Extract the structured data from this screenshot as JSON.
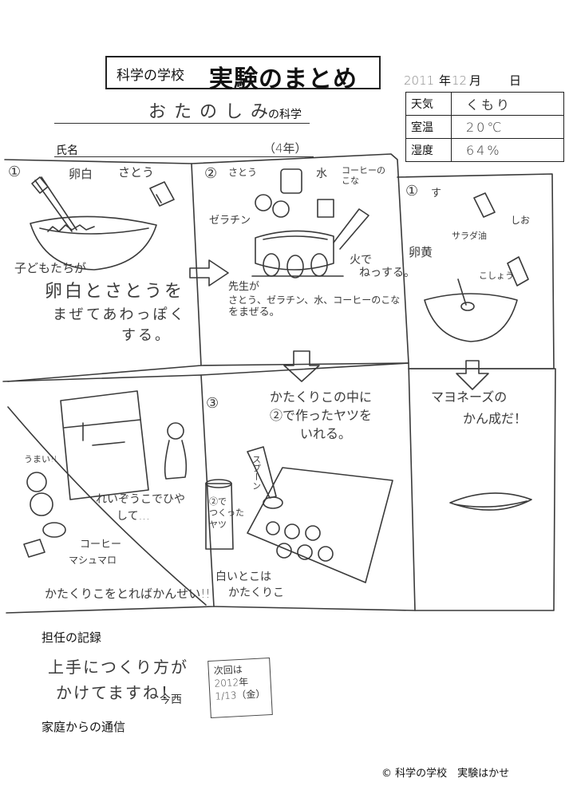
{
  "header": {
    "school": "科学の学校",
    "title": "実験のまとめ",
    "year_hand": "2011",
    "year_label": "年",
    "month_hand": "12",
    "month_label": "月",
    "day_hand": "",
    "day_label": "日",
    "topic_hand": "おたのしみ",
    "topic_suffix": "の科学",
    "name_label": "氏名",
    "grade": "（4年）"
  },
  "weather": [
    {
      "label": "天気",
      "value": "くもり"
    },
    {
      "label": "室温",
      "value": "20℃"
    },
    {
      "label": "湿度",
      "value": "64%"
    }
  ],
  "panels": {
    "p1": {
      "num": "①",
      "labels": [
        "卵白",
        "さとう"
      ],
      "who": "子どもたちが",
      "caption": [
        "卵白とさとうを",
        "まぜてあわっぽく",
        "する。"
      ]
    },
    "p2": {
      "num": "②",
      "labels": [
        "さとう",
        "ゼラチン",
        "水",
        "コーヒーのこな"
      ],
      "fire": [
        "火で",
        "ねっする。"
      ],
      "caption": [
        "先生が",
        "さとう、ゼラチン、水、コーヒーのこな",
        "をまぜる。"
      ]
    },
    "p3": {
      "num": "①",
      "labels": [
        "す",
        "卵黄",
        "サラダ油",
        "しお",
        "こしょう"
      ],
      "caption": [
        "マヨネーズの",
        "かん成だ！"
      ]
    },
    "p4": {
      "cool": [
        "れいぞうこでひや",
        "して…"
      ],
      "delicious": "うまい!!",
      "coffee": "コーヒー",
      "marshmallow": "マシュマロ",
      "caption": "かたくりこをとればかんせい!!"
    },
    "p5": {
      "num": "③",
      "caption": [
        "かたくりこの中に",
        "②で作ったヤツを",
        "いれる。"
      ],
      "can": [
        "②で",
        "つくった",
        "ヤツ"
      ],
      "spoon": "スプーン",
      "bottom": [
        "白いとこは",
        "かたくりこ"
      ]
    }
  },
  "teacher": {
    "label": "担任の記録",
    "comment": [
      "上手につくり方が",
      "かけてますね！"
    ],
    "today": "今西",
    "next_box": [
      "次回は",
      "2012年",
      "1/13（金）"
    ]
  },
  "home": {
    "label": "家庭からの通信"
  },
  "footer": "© 科学の学校　実験はかせ"
}
